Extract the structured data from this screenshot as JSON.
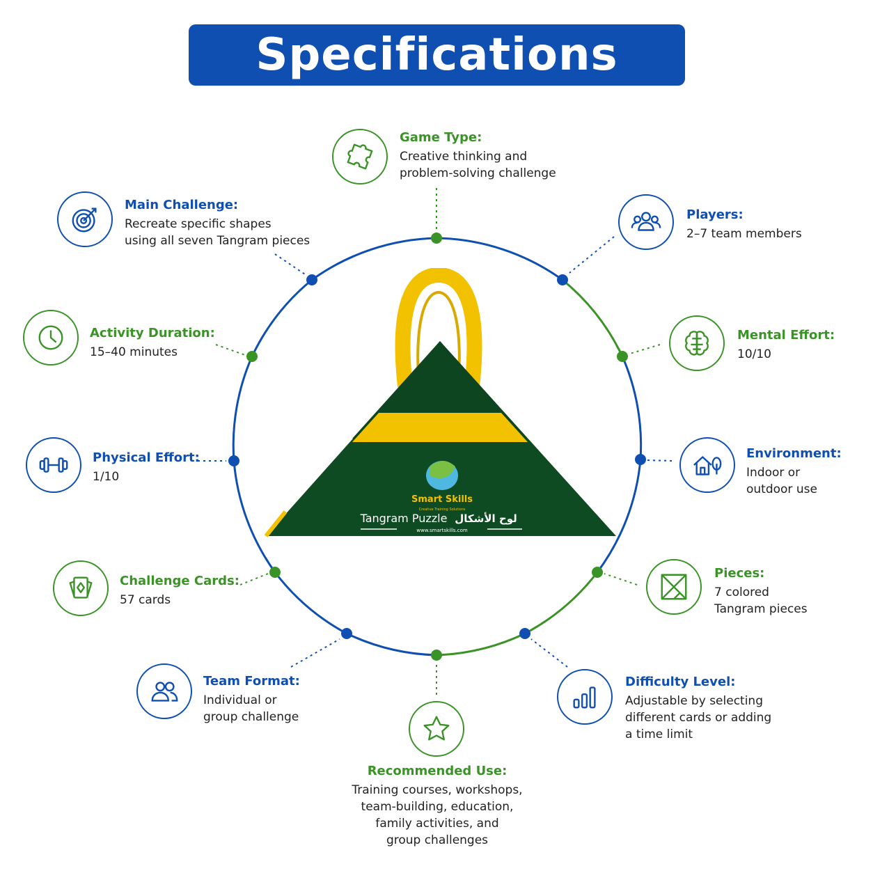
{
  "title": "Specifications",
  "colors": {
    "blue": "#0f4fb2",
    "green": "#3a9326",
    "bag_green": "#0e4a22",
    "bag_yellow": "#f2c200"
  },
  "product": {
    "brand": "Smart Skills",
    "brand_tagline": "Creative Training Solutions",
    "name": "Tangram Puzzle",
    "name_ar": "لوح الأشكال",
    "website": "www.smartskills.com"
  },
  "specs": {
    "game_type": {
      "label": "Game Type:",
      "value": "Creative thinking and\nproblem-solving challenge",
      "icon": "puzzle-icon"
    },
    "players": {
      "label": "Players:",
      "value": "2–7 team members",
      "icon": "group-icon"
    },
    "mental_effort": {
      "label": "Mental Effort:",
      "value": "10/10",
      "icon": "brain-icon"
    },
    "environment": {
      "label": "Environment:",
      "value": "Indoor or\noutdoor use",
      "icon": "house-tree-icon"
    },
    "pieces": {
      "label": "Pieces:",
      "value": "7 colored\nTangram pieces",
      "icon": "tangram-icon"
    },
    "difficulty": {
      "label": "Difficulty Level:",
      "value": "Adjustable by selecting\ndifferent cards or adding\na time limit",
      "icon": "bar-chart-icon"
    },
    "recommended_use": {
      "label": "Recommended Use:",
      "value": "Training courses, workshops,\nteam-building, education,\nfamily activities, and\ngroup challenges",
      "icon": "star-icon"
    },
    "team_format": {
      "label": "Team Format:",
      "value": "Individual or\ngroup challenge",
      "icon": "users-icon"
    },
    "challenge_cards": {
      "label": "Challenge Cards:",
      "value": "57 cards",
      "icon": "cards-icon"
    },
    "physical_effort": {
      "label": "Physical Effort:",
      "value": "1/10",
      "icon": "dumbbell-icon"
    },
    "activity_duration": {
      "label": "Activity Duration:",
      "value": "15–40 minutes",
      "icon": "clock-icon"
    },
    "main_challenge": {
      "label": "Main Challenge:",
      "value": "Recreate specific shapes\nusing all seven Tangram pieces",
      "icon": "target-icon"
    }
  }
}
